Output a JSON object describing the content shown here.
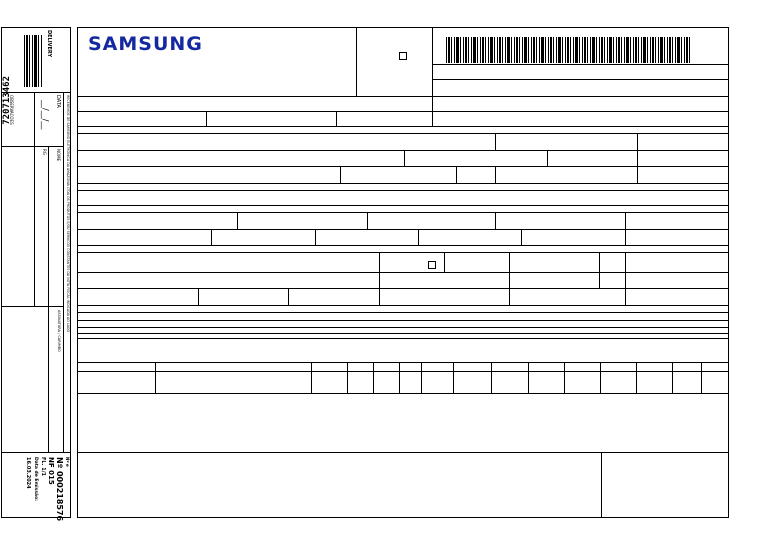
{
  "brand": {
    "logo_text": "SAMSUNG",
    "logo_color": "#1428a0"
  },
  "stub": {
    "delivery_label": "DELIVERY",
    "stub_number": "720713462",
    "receipt_text": "RECEBEMOS DE SAMSUNG ELETRONICA DA AMAZONIA LTDA OS PRODUTOS E/OU SERVICOS CONSTANTES DA NOTA FISCAL INDICADA AO LADO",
    "data_label": "DATA",
    "date_placeholder": "__/__/__",
    "observacoes_label": "OBSERVACOES",
    "nome_label": "NOME",
    "rg_label": "RG",
    "assinatura_label": "ASSINATURA / CARIMBO"
  },
  "footer_stub": {
    "nf_label": "Nº e",
    "nf_number": "Nº 000218576",
    "serie": "NF 015",
    "folha": "FL. 1/1",
    "data_emissao_label": "Data de Emissão:",
    "data_emissao": "16.03.2024"
  }
}
